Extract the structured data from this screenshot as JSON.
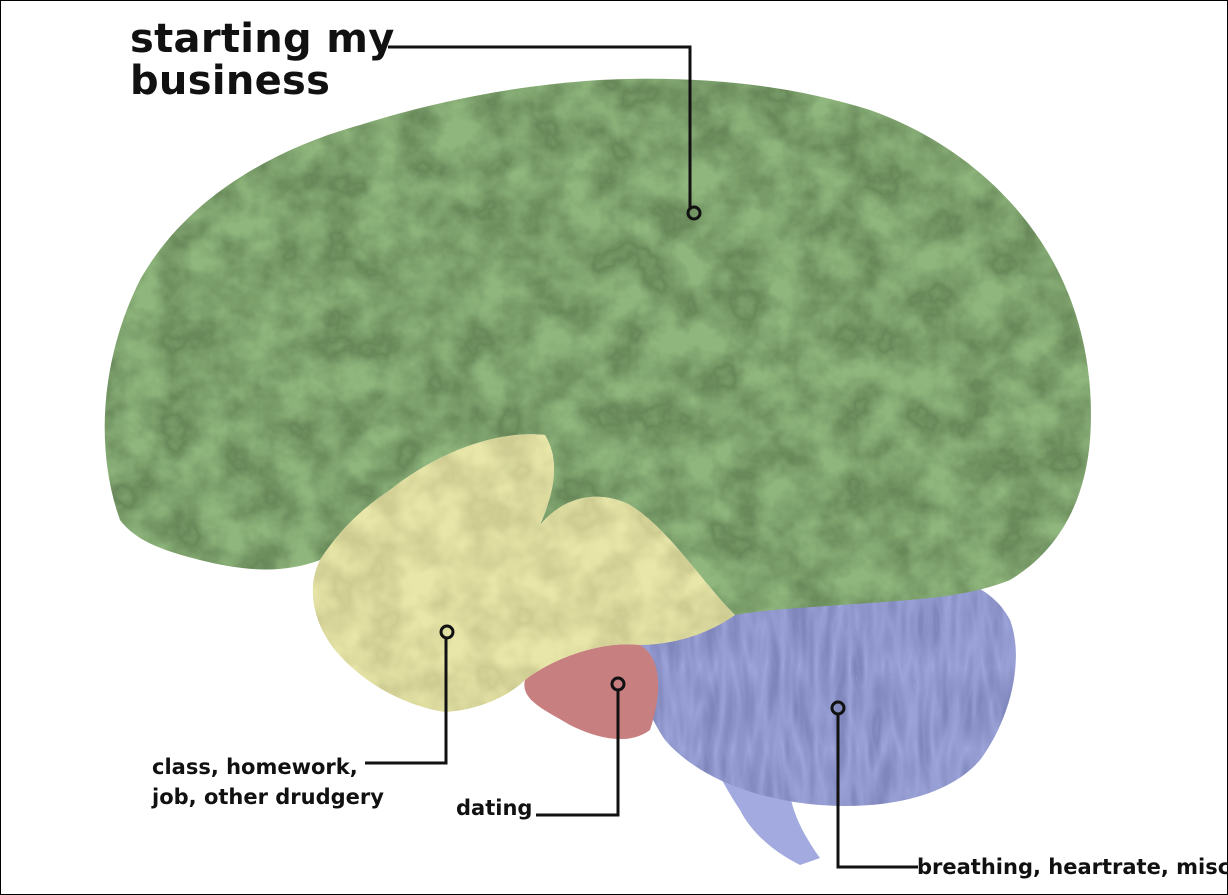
{
  "labels": {
    "frontal": [
      "starting my",
      "business"
    ],
    "temporal": [
      "class, homework,",
      "job, other drudgery"
    ],
    "limbic": "dating",
    "cerebellum": "breathing, heartrate, misc."
  },
  "colors": {
    "frontal": "#8fb67d",
    "temporal": "#e8e6a8",
    "limbic": "#c77f80",
    "cerebellum": "#9ea6dc",
    "brainstem": "#a2aadf",
    "line": "#111111"
  }
}
